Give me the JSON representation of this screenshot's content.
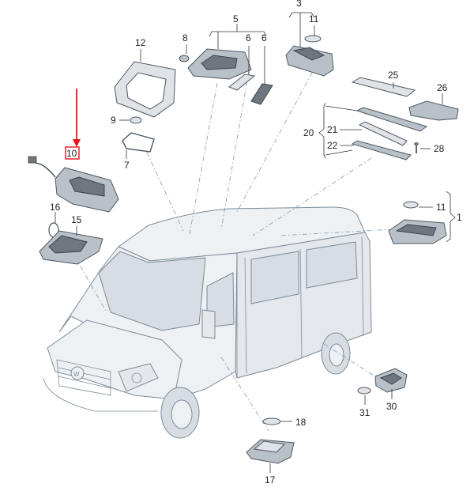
{
  "labels": {
    "p1": "1",
    "p3": "3",
    "p5": "5",
    "p6a": "6",
    "p6b": "6",
    "p7": "7",
    "p8": "8",
    "p9": "9",
    "p10": "10",
    "p11a": "11",
    "p11b": "11",
    "p12": "12",
    "p15": "15",
    "p16": "16",
    "p17": "17",
    "p18": "18",
    "p20": "20",
    "p21": "21",
    "p22": "22",
    "p25": "25",
    "p26": "26",
    "p28": "28",
    "p30": "30",
    "p31": "31"
  },
  "highlight": {
    "part": "10",
    "color": "#e8141b"
  }
}
